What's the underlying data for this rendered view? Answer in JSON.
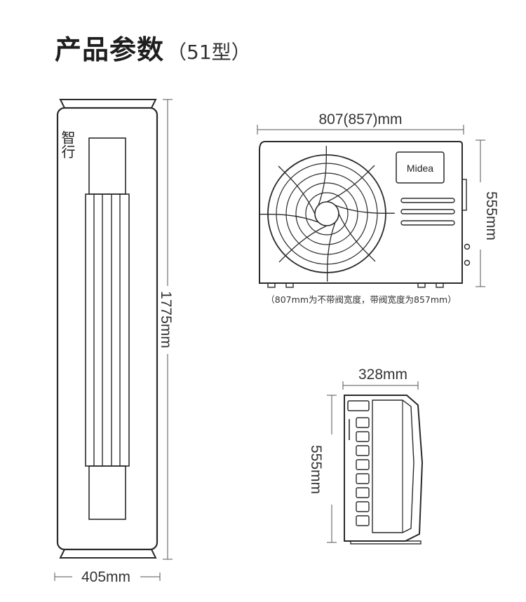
{
  "header": {
    "title": "产品参数",
    "model": "（51型）"
  },
  "indoor_unit": {
    "logo_text": "智行",
    "height_label": "1775mm",
    "width_label": "405mm"
  },
  "outdoor_front": {
    "width_label": "807(857)mm",
    "height_label": "555mm",
    "brand": "Midea",
    "note": "（807mm为不带阀宽度，带阀宽度为857mm）"
  },
  "outdoor_side": {
    "depth_label": "328mm",
    "height_label": "555mm"
  }
}
